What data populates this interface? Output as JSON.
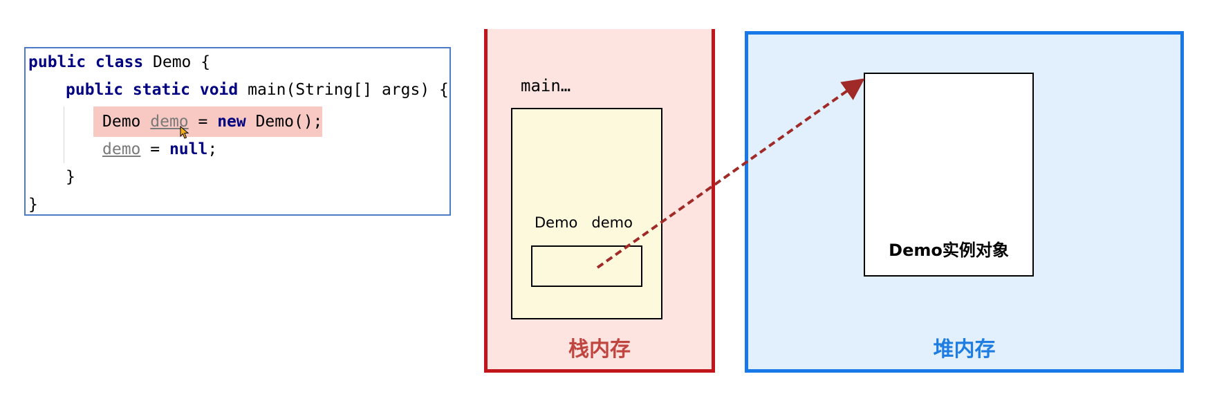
{
  "code": {
    "line1": {
      "kw": "public class",
      "rest": " Demo {"
    },
    "line2": {
      "kw": "public static void",
      "rest": " main(String[] args) {"
    },
    "line3": {
      "type": "Demo ",
      "var": "demo",
      "eq": " = ",
      "kw": "new",
      "rest": " Demo();"
    },
    "line4": {
      "var": "demo",
      "eq": " = ",
      "kw": "null",
      "rest": ";"
    },
    "line5": "}",
    "line6": "}"
  },
  "stack": {
    "frame_title": "main…",
    "var_label": "Demo   demo",
    "label": "栈内存"
  },
  "heap": {
    "object_label": "Demo实例对象",
    "label": "堆内存"
  },
  "colors": {
    "stack_border": "#c0161b",
    "stack_fill": "#fde4e1",
    "heap_border": "#1978e8",
    "heap_fill": "#e1f0fc",
    "arrow": "#a02a28",
    "highlight": "#f8c9c2"
  }
}
